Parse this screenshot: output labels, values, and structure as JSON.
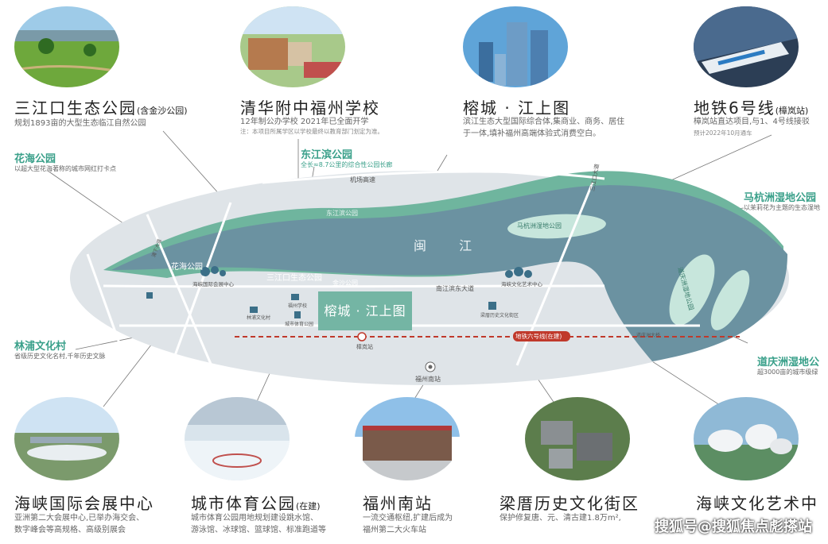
{
  "top": [
    {
      "title": "三江口生态公园",
      "tag": "(含金沙公园)",
      "desc": [
        "规划1893亩的大型生态临江自然公园"
      ],
      "tiny": []
    },
    {
      "title": "清华附中福州学校",
      "tag": "",
      "desc": [
        "12年制公办学校 2021年已全面开学"
      ],
      "tiny": [
        "注：本项目所属学区以学校最终以教育部门划定为准。"
      ]
    },
    {
      "title": "榕城 · 江上图",
      "tag": "",
      "desc": [
        "滨江生态大型国际综合体,集商业、商务、居住",
        "于一体,填补福州高端体验式消费空白。"
      ],
      "tiny": []
    },
    {
      "title": "地铁6号线",
      "tag": "(樟岚站)",
      "desc": [
        "樟岚站直达项目,与1、4号线接驳"
      ],
      "tiny": [
        "预计2022年10月通车"
      ]
    }
  ],
  "side": [
    {
      "title": "花海公园",
      "desc": "以超大型花海著称的城市网红打卡点"
    },
    {
      "title": "东江滨公园",
      "desc": "全长≈8.7公里的综合性公园长廊"
    },
    {
      "title": "马杭洲湿地公园",
      "desc": "以茉莉花为主题的生态湿地"
    },
    {
      "title": "林浦文化村",
      "desc": "省级历史文化名村,千年历史文脉"
    },
    {
      "title": "道庆洲湿地公",
      "desc": "超3000亩的城市级绿"
    }
  ],
  "map": {
    "river": "闽 江",
    "labels": {
      "airport_hwy": "机场高速",
      "dongjiang": "东江滨公园",
      "mahang": "马杭洲湿地公园",
      "sanjiang_rd": "三江口大道",
      "huahai": "花海公园",
      "sanjiangkou": "三江口生态公园",
      "jinsha": "金沙公园",
      "nanjiang": "南江滨东大道",
      "expo": "海峡国际会展中心",
      "art": "海峡文化艺术中心",
      "school": "福州学校",
      "linpu": "林浦文化村",
      "gym": "城市体育公园",
      "liangcuo": "梁厝历史文化街区",
      "metro": "地铁六号线(在建)",
      "zhanglan": "樟岚站",
      "south": "福州南站",
      "daoqing": "道庆洲湿地公园",
      "puxia": "浦下大道",
      "bridge": "道庆洲大桥"
    },
    "cta": "榕城 · 江上图"
  },
  "bottom": [
    {
      "title": "海峡国际会展中心",
      "tag": "",
      "desc": [
        "亚洲第二大会展中心,已举办海交会、",
        "数字峰会等高规格、高级别展会"
      ]
    },
    {
      "title": "城市体育公园",
      "tag": "(在建)",
      "desc": [
        "城市体育公园用地规划建设跳水馆、",
        "游泳馆、冰球馆、篮球馆、标准跑道等"
      ]
    },
    {
      "title": "福州南站",
      "tag": "",
      "desc": [
        "一流交通枢纽,扩建后成为",
        "福州第二大火车站"
      ]
    },
    {
      "title": "梁厝历史文化街区",
      "tag": "",
      "desc": [
        "保护修复唐、元、清古建1.8万m²,"
      ]
    },
    {
      "title": "海峡文化艺术中",
      "tag": "",
      "desc": []
    }
  ],
  "watermark": "搜狐号@搜狐焦点彪搽站"
}
